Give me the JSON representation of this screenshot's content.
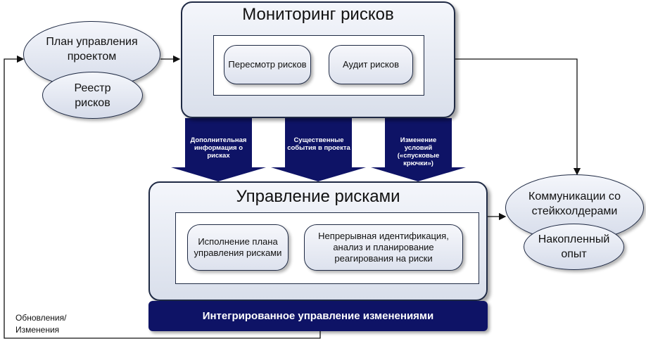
{
  "monitoring": {
    "title": "Мониторинг рисков",
    "review": "Пересмотр рисков",
    "audit": "Аудит рисков"
  },
  "plan": {
    "label": "План управления проектом",
    "register": "Реестр рисков"
  },
  "arrows": {
    "additional_info": "Дополнительная информация о рисках",
    "significant_events": "Существенные события в проекта",
    "conditions_change": "Изменение условий («спусковые крючки»)"
  },
  "management": {
    "title": "Управление рисками",
    "execution": "Исполнение плана управления рисками",
    "continuous": "Непрерывная идентификация, анализ и планирование реагирования на риски"
  },
  "communications": {
    "label": "Коммуникации со стейкхолдерами",
    "experience": "Накопленный опыт"
  },
  "change_mgmt": "Интегрированное управление изменениями",
  "updates_label": "Обновления/ Изменения",
  "colors": {
    "dark_navy": "#0e1366",
    "outline": "#1f2a44"
  }
}
